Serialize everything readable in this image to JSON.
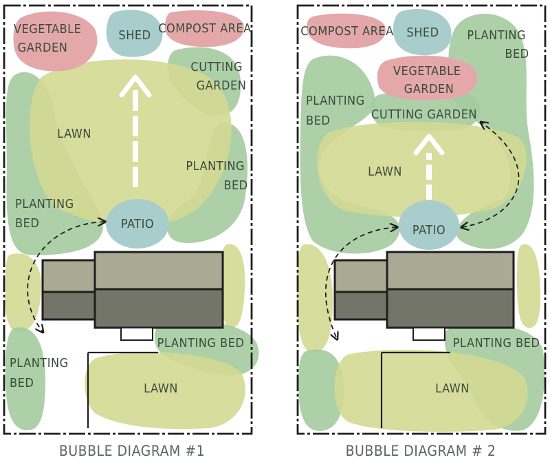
{
  "colors": {
    "lawn": "#d3d992",
    "planting": "#a4cb9e",
    "blue": "#a8cdcc",
    "pink": "#e4a8aa",
    "roof_light": "#a9aa93",
    "roof_dark": "#727567",
    "outline": "#1e1e1e",
    "text": "#3b4a3b"
  },
  "diagrams": [
    {
      "caption": "BUBBLE DIAGRAM #1",
      "labels": {
        "vegetable_garden": [
          "VEGETABLE",
          "GARDEN"
        ],
        "shed": "SHED",
        "compost_area": "COMPOST AREA",
        "cutting_garden": [
          "CUTTING",
          "GARDEN"
        ],
        "lawn_back": "LAWN",
        "planting_bed_right": [
          "PLANTING",
          "BED"
        ],
        "planting_bed_left": [
          "PLANTING",
          "BED"
        ],
        "patio": "PATIO",
        "planting_bed_front": "PLANTING BED",
        "planting_bed_front_left": [
          "PLANTING",
          "BED"
        ],
        "lawn_front": "LAWN"
      }
    },
    {
      "caption": "BUBBLE DIAGRAM # 2",
      "labels": {
        "compost_area": "COMPOST AREA",
        "shed": "SHED",
        "planting_bed_right": [
          "PLANTING",
          "BED"
        ],
        "vegetable_garden": [
          "VEGETABLE",
          "GARDEN"
        ],
        "planting_bed_left": [
          "PLANTING",
          "BED"
        ],
        "cutting_garden": "CUTTING GARDEN",
        "lawn_back": "LAWN",
        "patio": "PATIO",
        "planting_bed_front": "PLANTING BED",
        "lawn_front": "LAWN"
      }
    }
  ]
}
